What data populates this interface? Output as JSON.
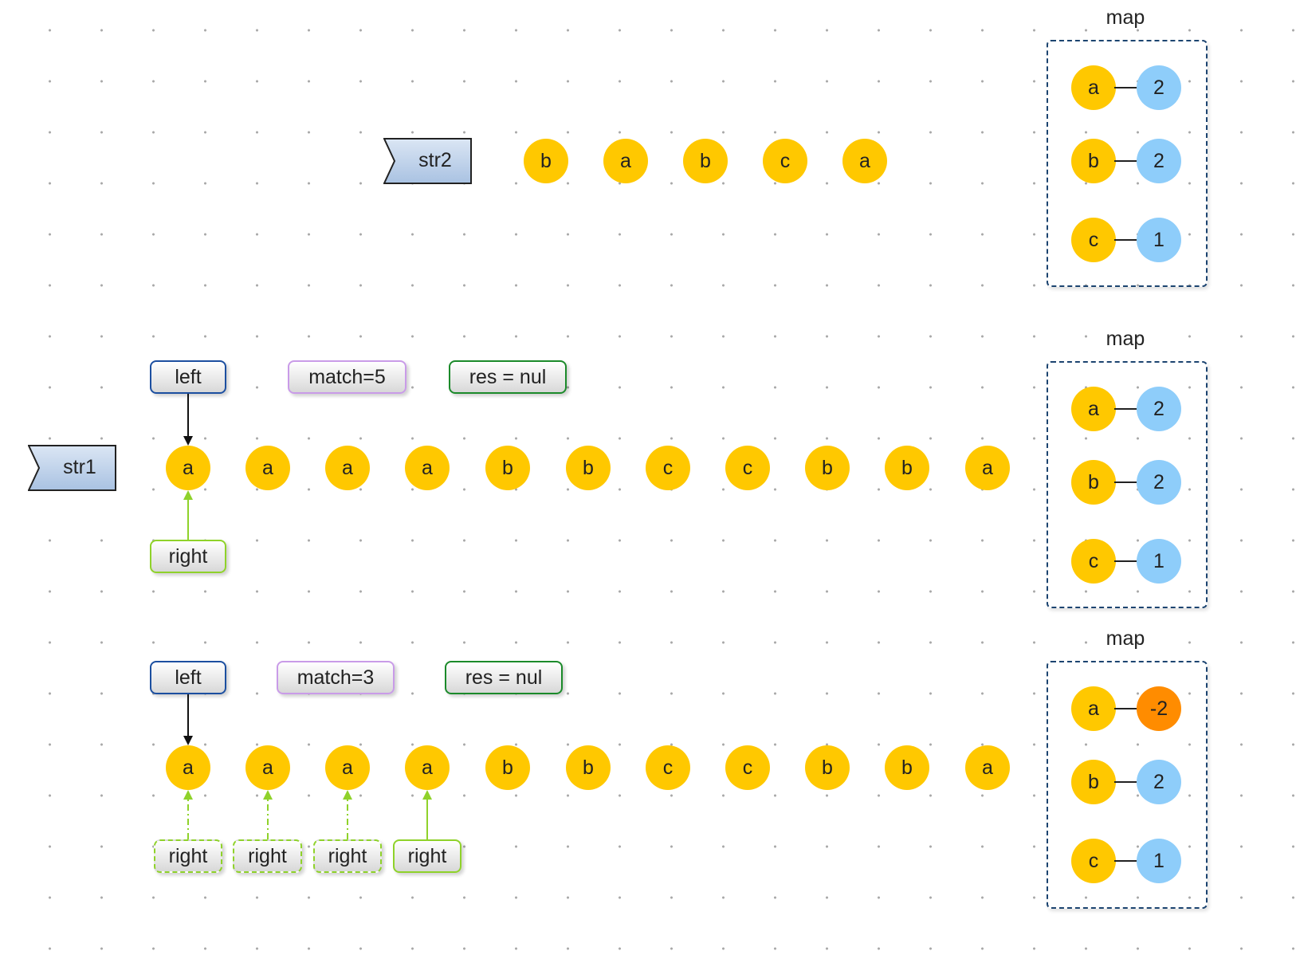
{
  "str2": {
    "label": "str2",
    "chars": [
      "b",
      "a",
      "b",
      "c",
      "a"
    ]
  },
  "maps": [
    {
      "title": "map",
      "entries": [
        {
          "key": "a",
          "value": "2"
        },
        {
          "key": "b",
          "value": "2"
        },
        {
          "key": "c",
          "value": "1"
        }
      ]
    },
    {
      "title": "map",
      "entries": [
        {
          "key": "a",
          "value": "2"
        },
        {
          "key": "b",
          "value": "2"
        },
        {
          "key": "c",
          "value": "1"
        }
      ]
    },
    {
      "title": "map",
      "entries": [
        {
          "key": "a",
          "value": "-2"
        },
        {
          "key": "b",
          "value": "2"
        },
        {
          "key": "c",
          "value": "1"
        }
      ]
    }
  ],
  "step1": {
    "str_label": "str1",
    "chars": [
      "a",
      "a",
      "a",
      "a",
      "b",
      "b",
      "c",
      "c",
      "b",
      "b",
      "a"
    ],
    "left_label": "left",
    "match_label": "match=5",
    "res_label": "res = nul",
    "right_label": "right"
  },
  "step2": {
    "chars": [
      "a",
      "a",
      "a",
      "a",
      "b",
      "b",
      "c",
      "c",
      "b",
      "b",
      "a"
    ],
    "left_label": "left",
    "match_label": "match=3",
    "res_label": "res = nul",
    "right_labels": [
      "right",
      "right",
      "right",
      "right"
    ]
  },
  "colors": {
    "char_node": "#ffc800",
    "count_node": "#8ecdfa",
    "negative_count_node": "#ff8c00",
    "left_border": "#1c4fa0",
    "match_border": "#c99be8",
    "res_border": "#1b8a2a",
    "right_border": "#8fd22a",
    "map_border": "#1c4470"
  }
}
